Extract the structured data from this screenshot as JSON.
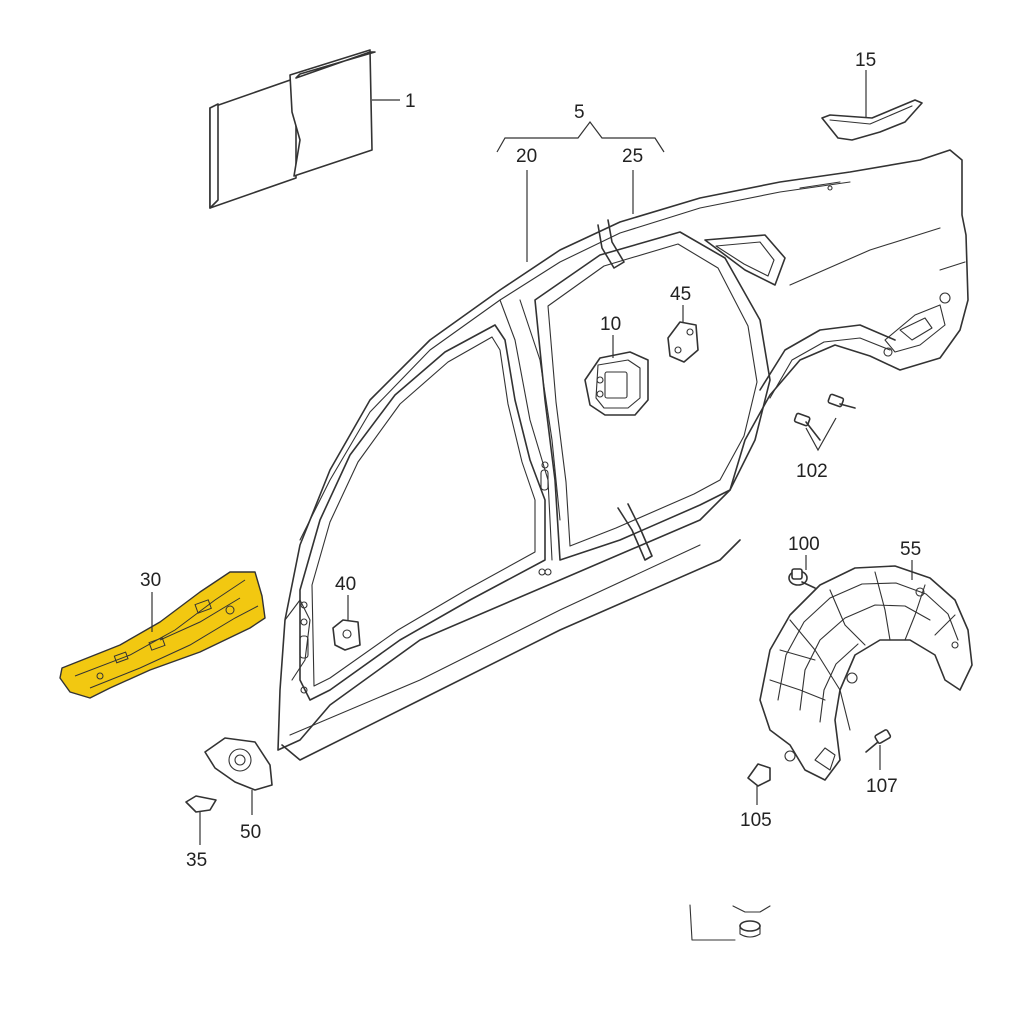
{
  "diagram": {
    "highlight_color": "#f2c811",
    "line_color": "#333333",
    "callouts": {
      "c1": "1",
      "c5": "5",
      "c10": "10",
      "c15": "15",
      "c20": "20",
      "c25": "25",
      "c30": "30",
      "c35": "35",
      "c40": "40",
      "c45": "45",
      "c50": "50",
      "c55": "55",
      "c100": "100",
      "c102": "102",
      "c105": "105",
      "c107": "107"
    },
    "highlighted_part": "30"
  }
}
